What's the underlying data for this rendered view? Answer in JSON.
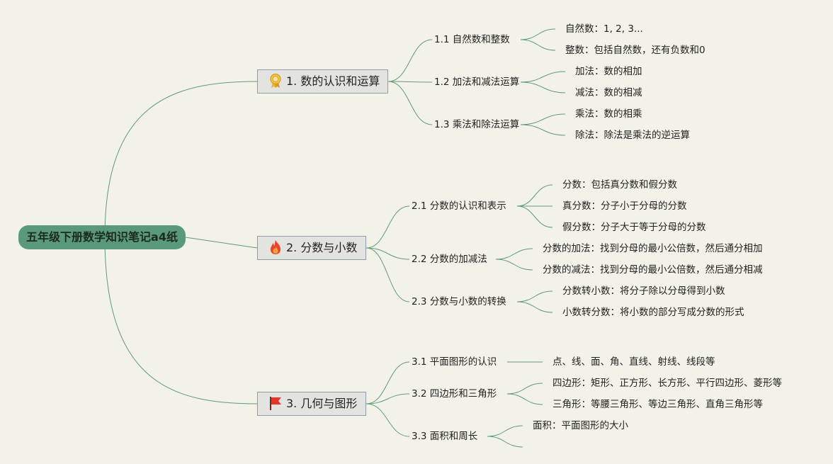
{
  "root": {
    "label": "五年级下册数学知识笔记a4纸"
  },
  "branches": [
    {
      "label": "1. 数的认识和运算",
      "icon": "award-ribbon-icon",
      "subs": [
        {
          "label": "1.1 自然数和整数",
          "leaves": [
            "自然数：1, 2, 3...",
            "整数：包括自然数，还有负数和0"
          ]
        },
        {
          "label": "1.2 加法和减法运算",
          "leaves": [
            "加法：数的相加",
            "减法：数的相减"
          ]
        },
        {
          "label": "1.3 乘法和除法运算",
          "leaves": [
            "乘法：数的相乘",
            "除法：除法是乘法的逆运算"
          ]
        }
      ]
    },
    {
      "label": "2. 分数与小数",
      "icon": "fire-icon",
      "subs": [
        {
          "label": "2.1 分数的认识和表示",
          "leaves": [
            "分数：包括真分数和假分数",
            "真分数：分子小于分母的分数",
            "假分数：分子大于等于分母的分数"
          ]
        },
        {
          "label": "2.2 分数的加减法",
          "leaves": [
            "分数的加法：找到分母的最小公倍数，然后通分相加",
            "分数的减法：找到分母的最小公倍数，然后通分相减"
          ]
        },
        {
          "label": "2.3 分数与小数的转换",
          "leaves": [
            "分数转小数：将分子除以分母得到小数",
            "小数转分数：将小数的部分写成分数的形式"
          ]
        }
      ]
    },
    {
      "label": "3. 几何与图形",
      "icon": "red-flag-icon",
      "subs": [
        {
          "label": "3.1 平面图形的认识",
          "leaves": [
            "点、线、面、角、直线、射线、线段等"
          ]
        },
        {
          "label": "3.2 四边形和三角形",
          "leaves": [
            "四边形：矩形、正方形、长方形、平行四边形、菱形等",
            "三角形：等腰三角形、等边三角形、直角三角形等"
          ]
        },
        {
          "label": "3.3 面积和周长",
          "leaves": [
            "面积：平面图形的大小",
            ""
          ]
        }
      ]
    }
  ],
  "colors": {
    "background": "#f3f2e8",
    "root": "#5a9a7a",
    "branch_fill": "#e3e4df",
    "branch_border": "#8f9fa7",
    "connector": "#5f9a78"
  }
}
